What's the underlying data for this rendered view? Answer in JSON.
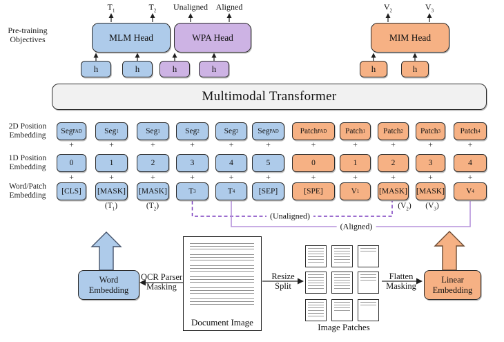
{
  "pretraining_objectives_label": [
    "Pre-training",
    "Objectives"
  ],
  "top_output_labels": [
    "T~1~",
    "T~2~",
    "Unaligned",
    "Aligned",
    "V~2~",
    "V~3~"
  ],
  "heads": [
    {
      "label": "MLM Head"
    },
    {
      "label": "WPA Head"
    },
    {
      "label": "MIM Head"
    }
  ],
  "hidden_state_label": "h",
  "transformer_label": "Multimodal Transformer",
  "plus_sign": "+",
  "embedding_rows": [
    {
      "label_lines": [
        "2D Position",
        "Embedding"
      ],
      "cells": [
        "Seg~PAD~",
        "Seg~1~",
        "Seg~1~",
        "Seg~2~",
        "Seg~3~",
        "Seg~PAD~",
        "Patch~PAD~",
        "Patch~1~",
        "Patch~2~",
        "Patch~3~",
        "Patch~4~"
      ]
    },
    {
      "label_lines": [
        "1D Position",
        "Embedding"
      ],
      "cells": [
        "0",
        "1",
        "2",
        "3",
        "4",
        "5",
        "0",
        "1",
        "2",
        "3",
        "4"
      ]
    },
    {
      "label_lines": [
        "Word/Patch",
        "Embedding"
      ],
      "cells": [
        "[CLS]",
        "[MASK]",
        "[MASK]",
        "T~3~",
        "T~4~",
        "[SEP]",
        "[SPE]",
        "V~1~",
        "[MASK]",
        "[MASK]",
        "V~4~"
      ]
    }
  ],
  "annotations": [
    "(T~1~)",
    "(T~2~)",
    "(V~2~)",
    "(V~3~)"
  ],
  "connector_labels": {
    "unaligned": "(Unaligned)",
    "aligned": "(Aligned)"
  },
  "bottom": {
    "word_embedding": [
      "Word",
      "Embedding"
    ],
    "linear_embedding": [
      "Linear",
      "Embedding"
    ],
    "ocr_label": [
      "OCR Parser",
      "Masking"
    ],
    "resize_label": [
      "Resize",
      "Split"
    ],
    "flatten_label": [
      "Flatten",
      "Masking"
    ],
    "document_caption": "Document Image",
    "patches_caption": "Image Patches"
  },
  "colors": {
    "text_blue": "#AECBEA",
    "wpa_purple": "#CDB3E4",
    "image_orange": "#F6B184",
    "transformer_gray": "#F1F1F1",
    "unaligned_line": "#7B3FBF",
    "aligned_line": "#B592DB"
  }
}
